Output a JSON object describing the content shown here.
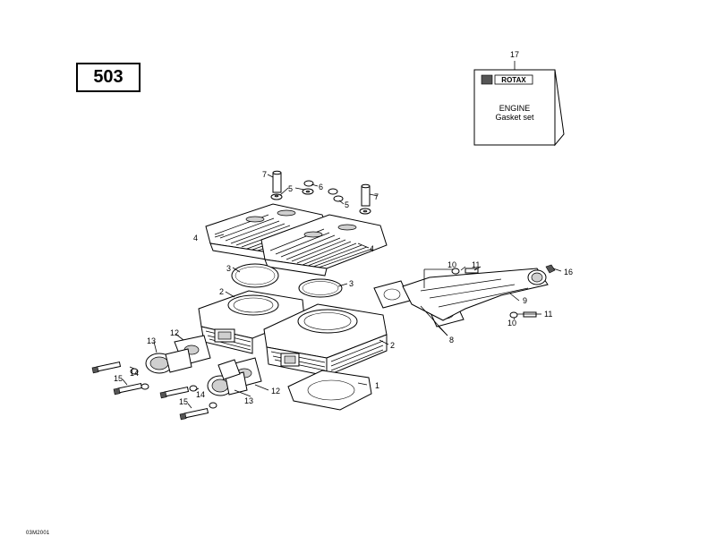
{
  "engine_model": "503",
  "diagram_code": "03M2001",
  "gasket_kit": {
    "brand": "ROTAX",
    "line1": "ENGINE",
    "line2": "Gasket set"
  },
  "callouts": {
    "c1": "1",
    "c2a": "2",
    "c2b": "2",
    "c3a": "3",
    "c3b": "3",
    "c4a": "4",
    "c4b": "4",
    "c5a": "5",
    "c5b": "5",
    "c6": "6",
    "c7a": "7",
    "c7b": "7",
    "c8": "8",
    "c9": "9",
    "c10a": "10",
    "c10b": "10",
    "c11a": "11",
    "c11b": "11",
    "c12a": "12",
    "c12b": "12",
    "c13a": "13",
    "c13b": "13",
    "c14a": "14",
    "c14b": "14",
    "c15a": "15",
    "c15b": "15",
    "c16": "16",
    "c17": "17"
  }
}
